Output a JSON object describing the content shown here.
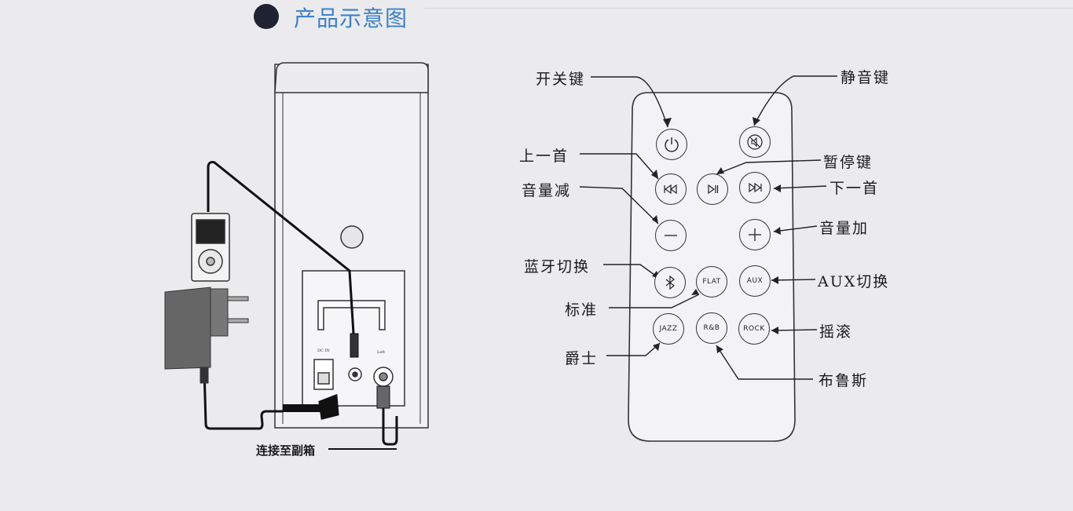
{
  "header": {
    "title": "产品示意图"
  },
  "speaker": {
    "connect_label": "连接至副箱"
  },
  "remote": {
    "buttons": {
      "flat": "FLAT",
      "aux": "AUX",
      "jazz": "JAZZ",
      "rnb": "R&B",
      "rock": "ROCK"
    },
    "labels": {
      "power": "开关键",
      "mute": "静音键",
      "prev": "上一首",
      "pause": "暂停键",
      "next": "下一首",
      "vol_down": "音量减",
      "vol_up": "音量加",
      "bluetooth": "蓝牙切换",
      "aux": "AUX切换",
      "standard": "标准",
      "rock": "摇滚",
      "jazz": "爵士",
      "blues": "布鲁斯"
    }
  }
}
